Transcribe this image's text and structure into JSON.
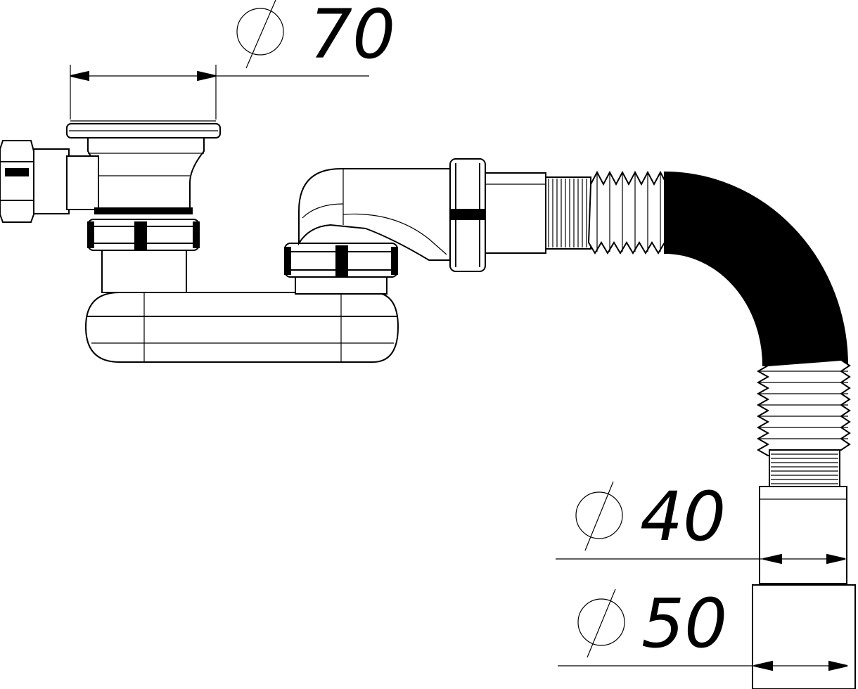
{
  "dimensions": {
    "top": {
      "symbol": "⌀",
      "value": "70"
    },
    "middle": {
      "symbol": "⌀",
      "value": "40"
    },
    "bottom": {
      "symbol": "⌀",
      "value": "50"
    }
  },
  "colors": {
    "line": "#000000",
    "background": "#ffffff",
    "hose": "#000000"
  }
}
